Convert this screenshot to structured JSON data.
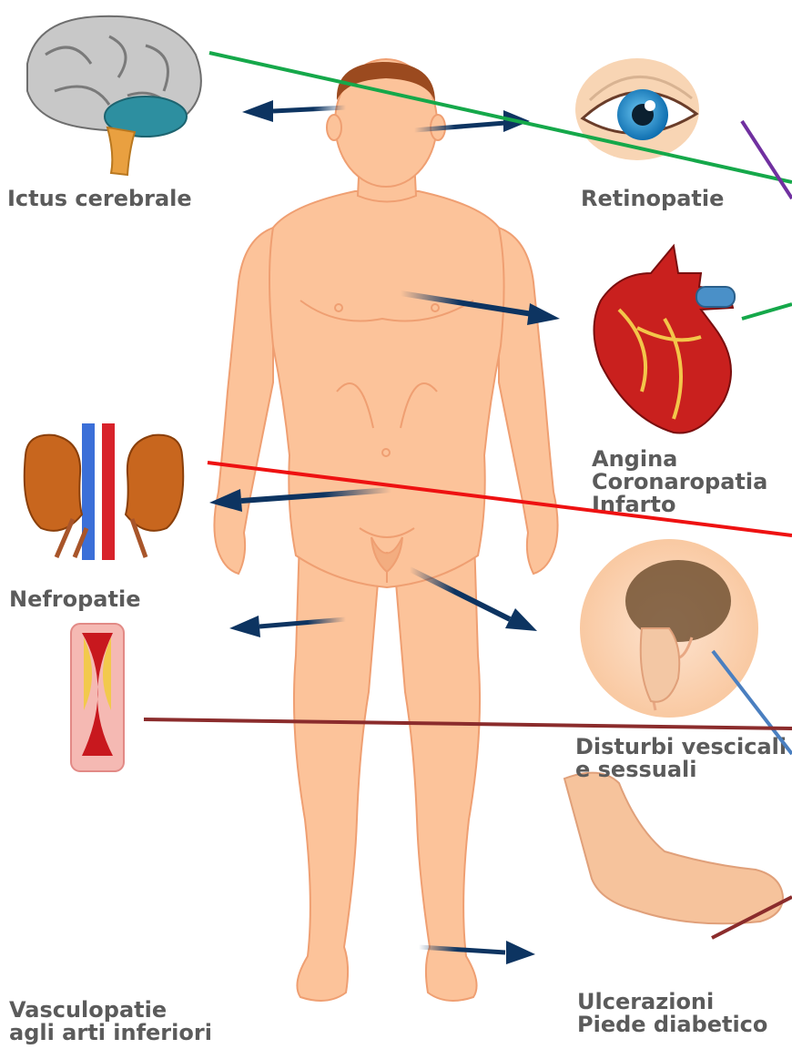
{
  "labels": {
    "stroke": "Ictus cerebrale",
    "retinopathy": "Retinopatie",
    "cardiac": [
      "Angina",
      "Coronaropatia",
      "Infarto"
    ],
    "nephropathy": "Nefropatie",
    "bladder_sexual": [
      "Disturbi vescicali",
      "e sessuali"
    ],
    "vascular": [
      "Vasculopatie",
      "agli arti inferiori"
    ],
    "foot": [
      "Ulcerazioni",
      "Piede diabetico"
    ]
  },
  "colors": {
    "skin": "#fcc39a",
    "skin_outline": "#ef9f72",
    "hair": "#9b4a1f",
    "arrow": "#0d3461",
    "label_text": "#5b5b5b",
    "line_green": "#15a84a",
    "line_purple": "#7030a0",
    "line_red": "#ee1111",
    "line_blue": "#4a7fc0",
    "line_brown": "#8b2c2c"
  }
}
